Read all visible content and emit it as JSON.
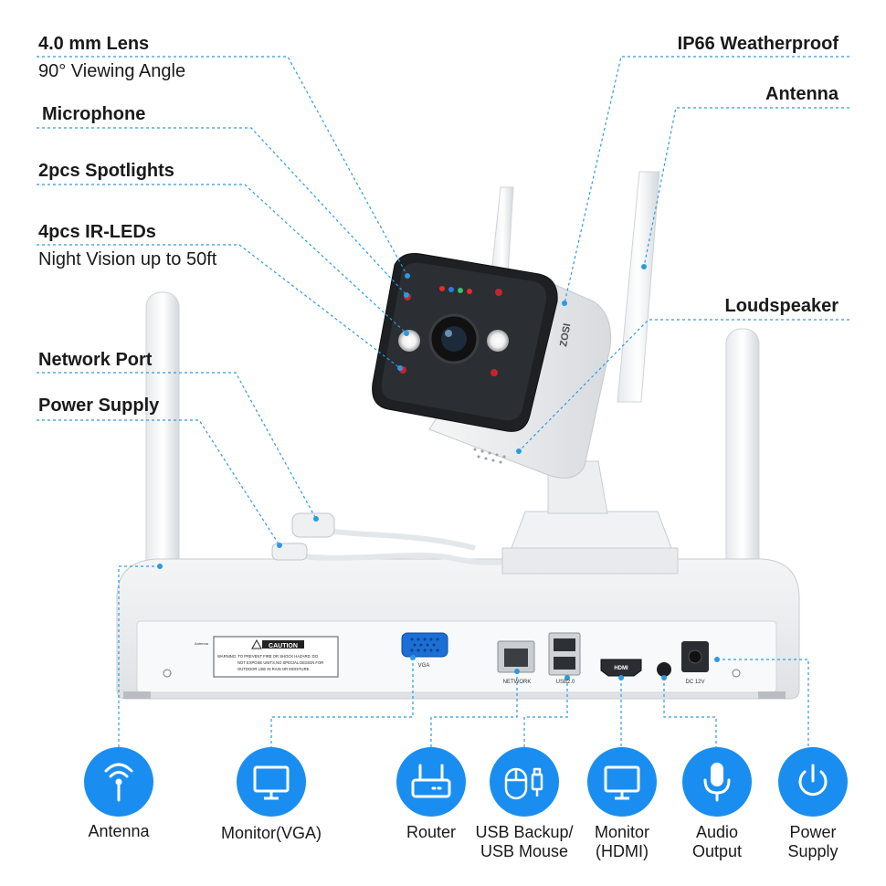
{
  "callouts": {
    "lens": {
      "title": "4.0 mm Lens",
      "sub": "90° Viewing Angle"
    },
    "microphone": {
      "title": "Microphone"
    },
    "spotlights": {
      "title": "2pcs Spotlights"
    },
    "ir_leds": {
      "title": "4pcs IR-LEDs",
      "sub": "Night Vision up to 50ft"
    },
    "network_port": {
      "title": "Network Port"
    },
    "power_supply": {
      "title": "Power Supply"
    },
    "weatherproof": {
      "title": "IP66 Weatherproof"
    },
    "antenna": {
      "title": "Antenna"
    },
    "loudspeaker": {
      "title": "Loudspeaker"
    }
  },
  "nvr": {
    "caution": "CAUTION",
    "warning_line1": "WARNING: TO PREVENT FIRE OR SHOCK HAZARD, DO",
    "warning_line2": "NOT EXPOSE UNITS,NO SPECIAL DESIGN FOR",
    "warning_line3": "OUTDOOR USE IN RAIN OR MOISTURE.",
    "vga": "VGA",
    "network": "NETWORK",
    "usb": "USB2.0",
    "hdmi": "HDMI",
    "dc": "DC 12V",
    "antenna_small": "Antenna"
  },
  "camera": {
    "brand": "ZOSI"
  },
  "ports": [
    {
      "label1": "Antenna",
      "label2": ""
    },
    {
      "label1": "Monitor(VGA)",
      "label2": ""
    },
    {
      "label1": "Router",
      "label2": ""
    },
    {
      "label1": "USB Backup/",
      "label2": "USB Mouse"
    },
    {
      "label1": "Monitor",
      "label2": "(HDMI)"
    },
    {
      "label1": "Audio",
      "label2": "Output"
    },
    {
      "label1": "Power",
      "label2": "Supply"
    }
  ],
  "colors": {
    "accent": "#1a8ef0",
    "callout_line": "#2b9be0",
    "text": "#1a1a1a"
  }
}
